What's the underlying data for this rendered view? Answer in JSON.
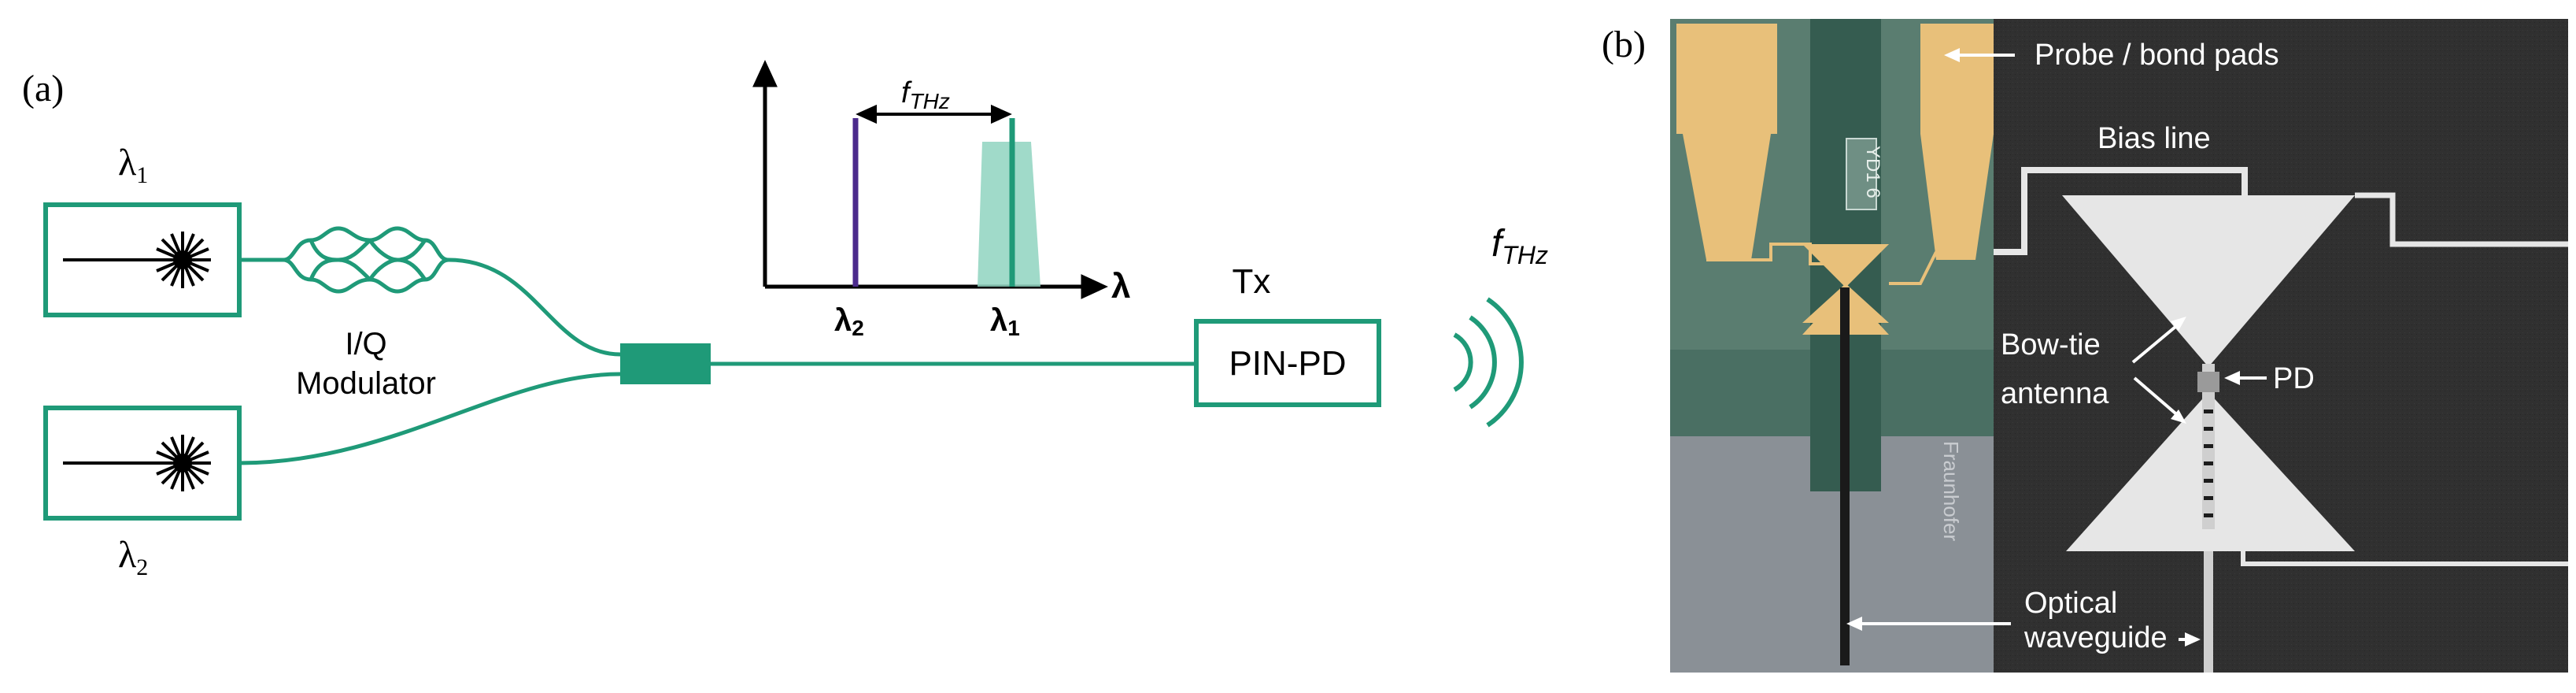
{
  "panel_a": {
    "label": "(a)",
    "laser1_label": "λ",
    "laser1_sub": "1",
    "laser2_label": "λ",
    "laser2_sub": "2",
    "modulator_line1": "I/Q",
    "modulator_line2": "Modulator",
    "tx_label": "Tx",
    "pd_label": "PIN-PD",
    "f_thz_label": "f",
    "f_thz_sub": "THz",
    "spectrum": {
      "f_label": "f",
      "f_sub": "THz",
      "axis_label": "λ",
      "lambda2_label": "λ",
      "lambda2_sub": "2",
      "lambda1_label": "λ",
      "lambda1_sub": "1"
    }
  },
  "panel_b": {
    "label": "(b)",
    "chip_text": "YD1 6",
    "brand_text": "Fraunhofer",
    "probe_label": "Probe / bond pads",
    "bias_label": "Bias line",
    "bowtie_line1": "Bow-tie",
    "bowtie_line2": "antenna",
    "pd_label": "PD",
    "optical_line1": "Optical",
    "optical_line2": "waveguide"
  },
  "colors": {
    "teal": "#1f9a78",
    "teal_light": "#8fd3c0",
    "purple": "#4b2a8c",
    "gold": "#e8c07a",
    "dark_green": "#566b60",
    "sem_bg": "#2e2e2e",
    "sem_metal": "#e6e6e6"
  }
}
